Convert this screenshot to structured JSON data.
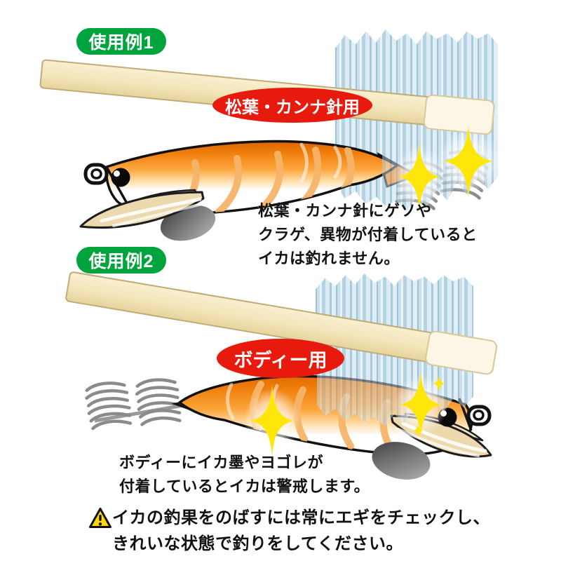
{
  "page": {
    "background": "#ffffff"
  },
  "colors": {
    "badge_green": "#00a43c",
    "label_red": "#e8190d",
    "lure_orange": "#ef7d0a",
    "sparkle_yellow": "#ffe60a",
    "bristle_blue": "#b5d3e3",
    "handle_cream": "#f4e7c3",
    "warning_yellow": "#ffd60a"
  },
  "icons": {
    "warning": "warning-triangle-icon",
    "sparkle": "sparkle-icon"
  },
  "sections": [
    {
      "badge": "使用例1",
      "target_label": "松葉・カンナ針用",
      "description": [
        "松葉・カンナ針にゲソや",
        "クラゲ、異物が付着していると",
        "イカは釣れません。"
      ]
    },
    {
      "badge": "使用例2",
      "target_label": "ボディー用",
      "description": [
        "ボディーにイカ墨やヨゴレが",
        "付着しているとイカは警戒します。"
      ]
    }
  ],
  "footer": {
    "lines": [
      "イカの釣果をのばすには常にエギをチェックし、",
      "きれいな状態で釣りをしてください。"
    ]
  }
}
